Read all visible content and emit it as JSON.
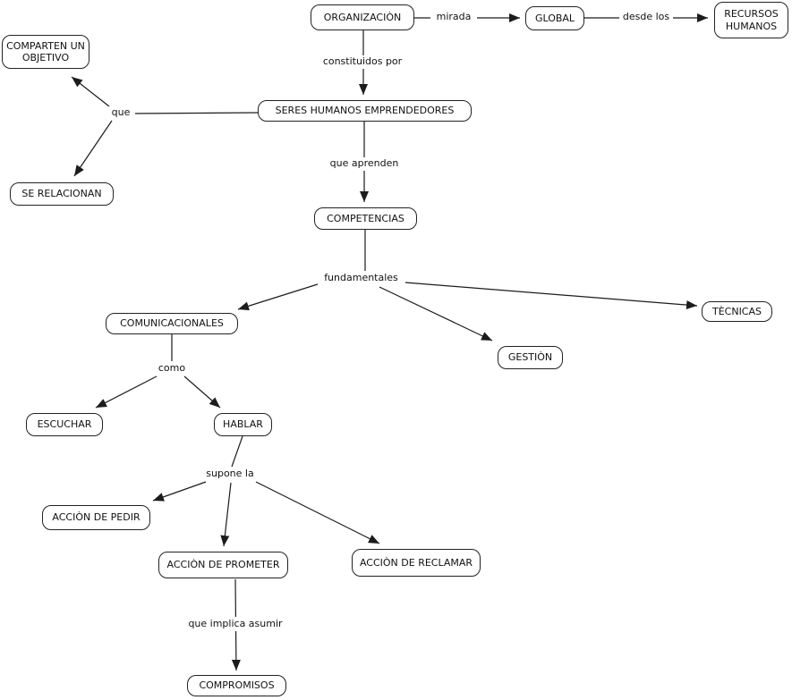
{
  "title": "Concept map: organización y competencias",
  "colors": {
    "background": "#ffffff",
    "node_fill": "#ffffff",
    "node_border": "#222222",
    "text": "#111111",
    "line": "#1c1c1c"
  },
  "nodes": {
    "organizacion": {
      "label": "ORGANIZACIÒN"
    },
    "global": {
      "label": "GLOBAL"
    },
    "recursos_humanos": {
      "label": "RECURSOS HUMANOS"
    },
    "comparten": {
      "label": "COMPARTEN UN OBJETIVO"
    },
    "se_relacionan": {
      "label": "SE RELACIONAN"
    },
    "seres_humanos": {
      "label": "SERES HUMANOS EMPRENDEDORES"
    },
    "competencias": {
      "label": "COMPETENCIAS"
    },
    "comunicacionales": {
      "label": "COMUNICACIONALES"
    },
    "gestion": {
      "label": "GESTIÒN"
    },
    "tecnicas": {
      "label": "TÈCNICAS"
    },
    "escuchar": {
      "label": "ESCUCHAR"
    },
    "hablar": {
      "label": "HABLAR"
    },
    "accion_pedir": {
      "label": "ACCIÒN DE PEDIR"
    },
    "accion_prometer": {
      "label": "ACCIÒN DE PROMETER"
    },
    "accion_reclamar": {
      "label": "ACCIÒN DE RECLAMAR"
    },
    "compromisos": {
      "label": "COMPROMISOS"
    }
  },
  "link_labels": {
    "mirada": "mirada",
    "desde_los": "desde los",
    "constituidos_por": "constituidos por",
    "que": "que",
    "que_aprenden": "que aprenden",
    "fundamentales": "fundamentales",
    "como": "como",
    "supone_la": "supone la",
    "que_implica_asumir": "que implica asumir"
  },
  "edges": [
    {
      "from": "ORGANIZACIÒN",
      "label": "mirada",
      "to": "GLOBAL"
    },
    {
      "from": "GLOBAL",
      "label": "desde los",
      "to": "RECURSOS HUMANOS"
    },
    {
      "from": "ORGANIZACIÒN",
      "label": "constituidos por",
      "to": "SERES HUMANOS EMPRENDEDORES"
    },
    {
      "from": "SERES HUMANOS EMPRENDEDORES",
      "label": "que",
      "to": "COMPARTEN UN OBJETIVO"
    },
    {
      "from": "SERES HUMANOS EMPRENDEDORES",
      "label": "que",
      "to": "SE RELACIONAN"
    },
    {
      "from": "SERES HUMANOS EMPRENDEDORES",
      "label": "que aprenden",
      "to": "COMPETENCIAS"
    },
    {
      "from": "COMPETENCIAS",
      "label": "fundamentales",
      "to": "COMUNICACIONALES"
    },
    {
      "from": "COMPETENCIAS",
      "label": "fundamentales",
      "to": "GESTIÒN"
    },
    {
      "from": "COMPETENCIAS",
      "label": "fundamentales",
      "to": "TÈCNICAS"
    },
    {
      "from": "COMUNICACIONALES",
      "label": "como",
      "to": "ESCUCHAR"
    },
    {
      "from": "COMUNICACIONALES",
      "label": "como",
      "to": "HABLAR"
    },
    {
      "from": "HABLAR",
      "label": "supone la",
      "to": "ACCIÒN DE PEDIR"
    },
    {
      "from": "HABLAR",
      "label": "supone la",
      "to": "ACCIÒN DE PROMETER"
    },
    {
      "from": "HABLAR",
      "label": "supone la",
      "to": "ACCIÒN DE RECLAMAR"
    },
    {
      "from": "ACCIÒN DE PROMETER",
      "label": "que implica asumir",
      "to": "COMPROMISOS"
    }
  ]
}
